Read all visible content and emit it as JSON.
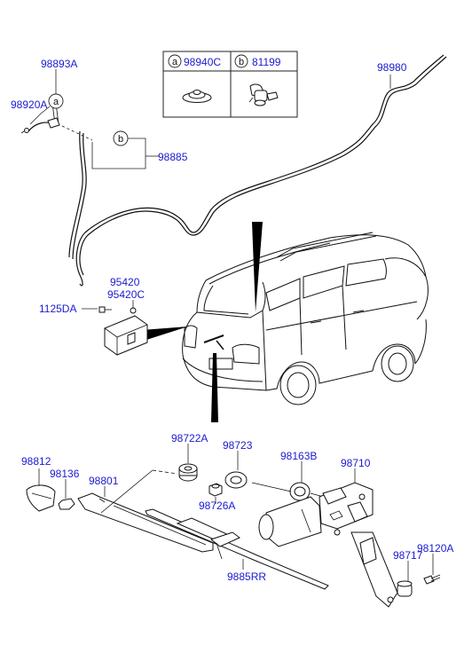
{
  "legend": {
    "items": [
      {
        "letter": "a",
        "part_no": "98940C"
      },
      {
        "letter": "b",
        "part_no": "81199"
      }
    ]
  },
  "callouts": {
    "c_98893A": "98893A",
    "c_98920A": "98920A",
    "c_98980": "98980",
    "c_98885": "98885",
    "c_95420": "95420",
    "c_95420C": "95420C",
    "c_1125DA": "1125DA",
    "c_98722A": "98722A",
    "c_98723": "98723",
    "c_98163B": "98163B",
    "c_98710": "98710",
    "c_98812": "98812",
    "c_98136": "98136",
    "c_98801": "98801",
    "c_98726A": "98726A",
    "c_98120A": "98120A",
    "c_98717": "98717",
    "c_9885RR": "9885RR"
  },
  "markers": {
    "a": "a",
    "b": "b"
  },
  "colors": {
    "callout_text": "#1a1ad0",
    "line": "#111111",
    "background": "#ffffff"
  }
}
